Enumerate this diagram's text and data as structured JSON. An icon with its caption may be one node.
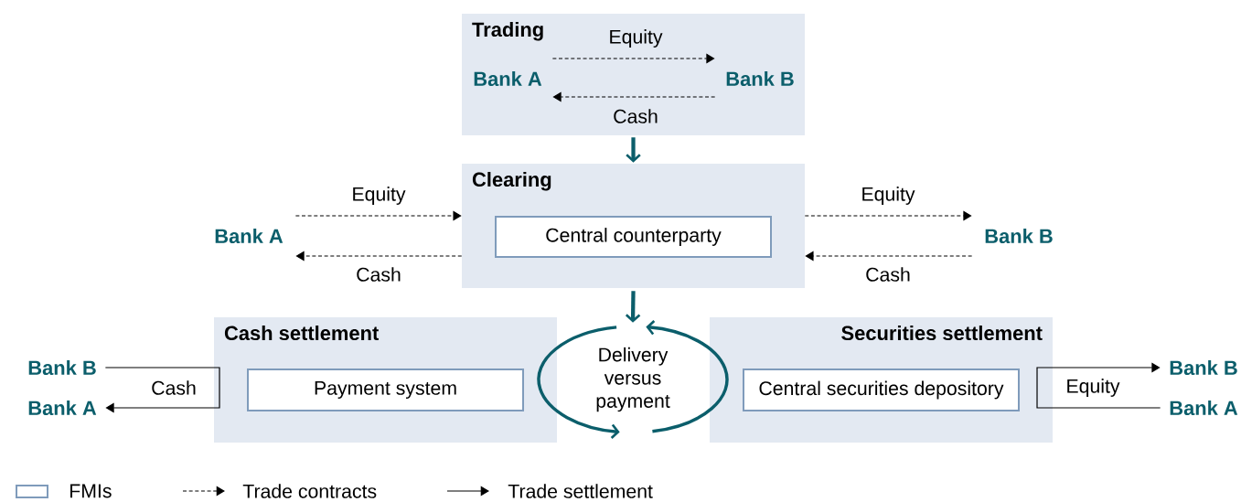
{
  "diagram": {
    "nodes": [
      {
        "text": [
          "Trading"
        ]
      },
      {
        "text": [
          "Bank A"
        ],
        "in": 0
      },
      {
        "text": [
          "Bank B"
        ],
        "in": 0
      },
      {
        "text": [
          "Clearing"
        ]
      },
      {
        "text": [
          "Central counterparty"
        ],
        "in": 3
      },
      {
        "text": [
          "Bank A"
        ]
      },
      {
        "text": [
          "Bank B"
        ]
      },
      {
        "text": [
          "Cash settlement"
        ]
      },
      {
        "text": [
          "Payment system"
        ],
        "in": 7
      },
      {
        "text": [
          "Delivery versus payment"
        ]
      },
      {
        "text": [
          "Securities settlement"
        ]
      },
      {
        "text": [
          "Central securities depository"
        ],
        "in": 10
      },
      {
        "text": [
          "Bank B"
        ]
      },
      {
        "text": [
          "Bank A"
        ]
      },
      {
        "text": [
          "Bank B"
        ]
      },
      {
        "text": [
          "Bank A"
        ]
      }
    ],
    "edges": [
      {
        "from": 1,
        "to": 2,
        "arrow": "to",
        "label": "Equity",
        "style": "dashed"
      },
      {
        "from": 2,
        "to": 1,
        "arrow": "to",
        "label": "Cash",
        "style": "dashed"
      },
      {
        "from": 0,
        "to": 3,
        "arrow": "to",
        "style": "thick",
        "color": "#0b5e6b"
      },
      {
        "from": 5,
        "to": 3,
        "arrow": "to",
        "label": "Equity",
        "style": "dashed"
      },
      {
        "from": 3,
        "to": 5,
        "arrow": "to",
        "label": "Cash",
        "style": "dashed"
      },
      {
        "from": 3,
        "to": 6,
        "arrow": "to",
        "label": "Equity",
        "style": "dashed"
      },
      {
        "from": 6,
        "to": 3,
        "arrow": "to",
        "label": "Cash",
        "style": "dashed"
      },
      {
        "from": 3,
        "to": 9,
        "arrow": "to",
        "style": "thick",
        "color": "#0b5e6b"
      },
      {
        "from": 12,
        "to": 13,
        "arrow": "to",
        "label": "Cash"
      },
      {
        "from": 15,
        "to": 14,
        "arrow": "to",
        "label": "Equity"
      }
    ],
    "legend": [
      {
        "text": "FMIs"
      },
      {
        "text": "Trade contracts"
      },
      {
        "text": "Trade settlement"
      }
    ]
  }
}
